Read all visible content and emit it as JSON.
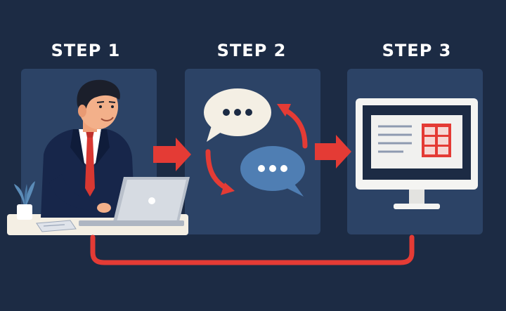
{
  "steps": [
    {
      "title": "STEP 1",
      "illustration": "person-at-laptop"
    },
    {
      "title": "STEP 2",
      "illustration": "chat-bubbles-cycle"
    },
    {
      "title": "STEP 3",
      "illustration": "monitor-with-table"
    }
  ],
  "colors": {
    "background": "#1c2b44",
    "panel": "#2c4366",
    "accent_red": "#e43b35",
    "bubble_white": "#f4efe4",
    "bubble_blue": "#4f7eb3",
    "text": "#ffffff"
  }
}
